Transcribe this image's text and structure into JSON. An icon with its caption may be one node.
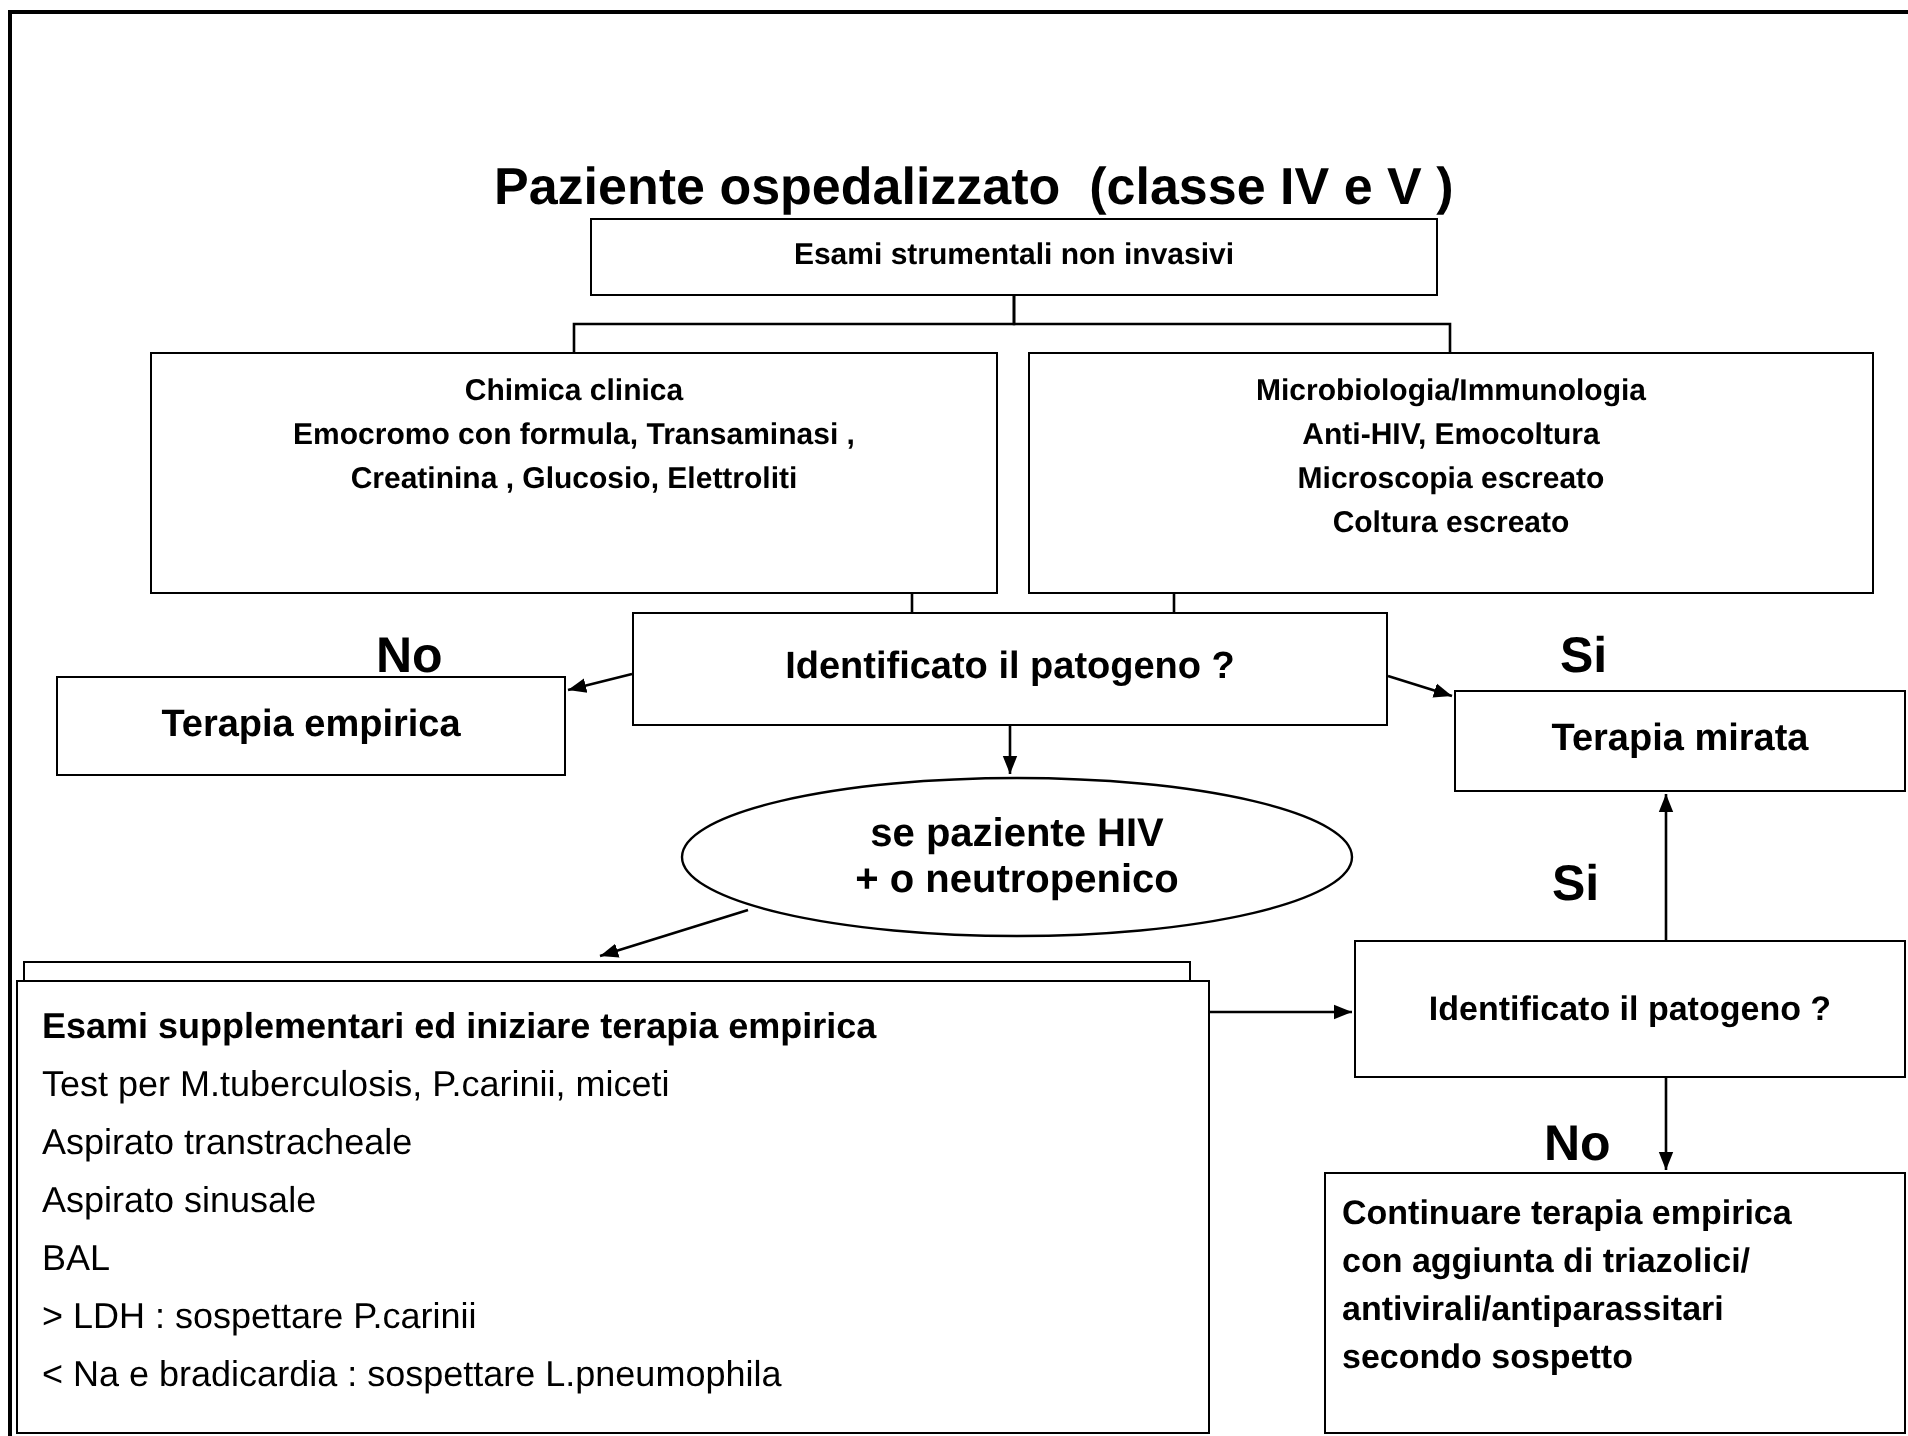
{
  "diagram": {
    "title": "Paziente ospedalizzato  (classe IV e V )",
    "nodes": [
      {
        "text": [
          "Esami strumentali non invasivi"
        ]
      },
      {
        "text": [
          "Chimica clinica",
          "Emocromo con formula, Transaminasi , Creatinina , Glucosio, Elettroliti"
        ]
      },
      {
        "text": [
          "Microbiologia/Immunologia",
          "Anti-HIV, Emocoltura",
          "Microscopia escreato",
          "Coltura escreato"
        ]
      },
      {
        "text": [
          "Identificato il patogeno ?"
        ]
      },
      {
        "text": [
          "Terapia empirica"
        ]
      },
      {
        "text": [
          "Terapia mirata"
        ]
      },
      {
        "text": [
          "se paziente HIV + o neutropenico"
        ]
      },
      {
        "text": [
          "Esami supplementari ed iniziare terapia empirica",
          "Test per M.tuberculosis, P.carinii, miceti",
          "Aspirato transtracheale",
          "Aspirato sinusale",
          "BAL",
          "> LDH : sospettare P.carinii",
          "< Na e bradicardia : sospettare L.pneumophila"
        ]
      },
      {
        "text": [
          "Identificato il patogeno ?"
        ]
      },
      {
        "text": [
          "Continuare terapia empirica con aggiunta di triazolici/ antivirali/antiparassitari secondo sospetto"
        ]
      }
    ],
    "edges": [
      {
        "from": 0,
        "to": 1,
        "arrow": "none"
      },
      {
        "from": 0,
        "to": 2,
        "arrow": "none"
      },
      {
        "from": 1,
        "to": 3,
        "arrow": "none"
      },
      {
        "from": 2,
        "to": 3,
        "arrow": "none"
      },
      {
        "from": 3,
        "to": 4,
        "arrow": "to",
        "label": "No"
      },
      {
        "from": 3,
        "to": 5,
        "arrow": "to",
        "label": "Si"
      },
      {
        "from": 3,
        "to": 6,
        "arrow": "to"
      },
      {
        "from": 6,
        "to": 7,
        "arrow": "to"
      },
      {
        "from": 7,
        "to": 8,
        "arrow": "to"
      },
      {
        "from": 8,
        "to": 5,
        "arrow": "to",
        "label": "Si"
      },
      {
        "from": 8,
        "to": 9,
        "arrow": "to",
        "label": "No"
      }
    ]
  }
}
